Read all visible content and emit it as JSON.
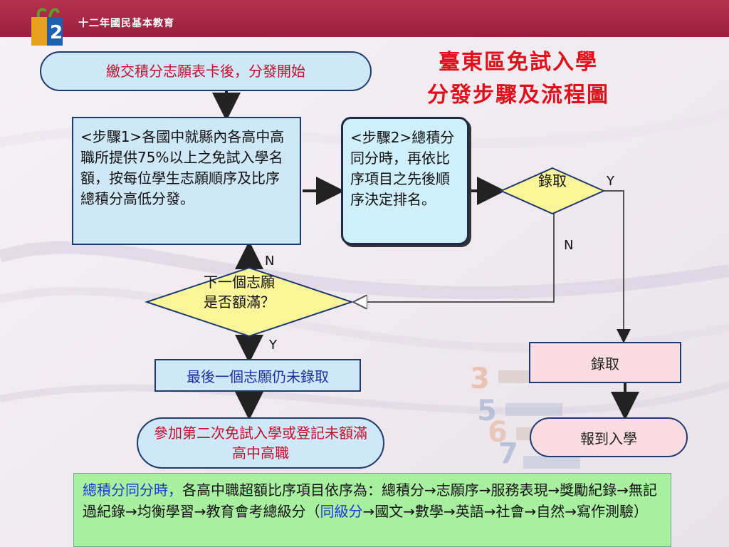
{
  "header": {
    "org_text": "十二年國民基本教育"
  },
  "title": {
    "line1": "臺東區免試入學",
    "line2": "分發步驟及流程圖"
  },
  "flow": {
    "start": "繳交積分志願表卡後，分發開始",
    "step1_prefix": "<步驟1>",
    "step1_text": "各國中就縣內各高中高職所提供75%以上之免試入學名額，按每位學生志願順序及比序總積分高低分發。",
    "step2_prefix": "<步驟2>",
    "step2_text": "總積分同分時，再依比序項目之先後順序決定排名。",
    "decision_admit": "錄取",
    "decision_quota": "下一個志願是否額滿？",
    "last_choice": "最後一個志願仍未錄取",
    "second_round": "參加第二次免試入學或登記未額滿高中高職",
    "admitted": "錄取",
    "enroll": "報到入學",
    "label_y1": "Y",
    "label_n1": "N",
    "label_n2": "N",
    "label_y2": "Y"
  },
  "note": {
    "highlight": "總積分同分時，",
    "text_part1": "各高中職超額比序項目依序為：總積分→志願序→服務表現→獎勵紀錄→無記過紀錄→均衡學習→教育會考總級分（",
    "highlight2": "同級分",
    "text_part2": "→國文→數學→英語→社會→自然→寫作測驗）"
  },
  "colors": {
    "header": "#a8234a",
    "title": "#e0101a",
    "box_fill": "#cfe8f8",
    "diamond_fill": "#fbf59a",
    "pink_fill": "#fadce2",
    "note_fill": "#a8f0a0"
  }
}
